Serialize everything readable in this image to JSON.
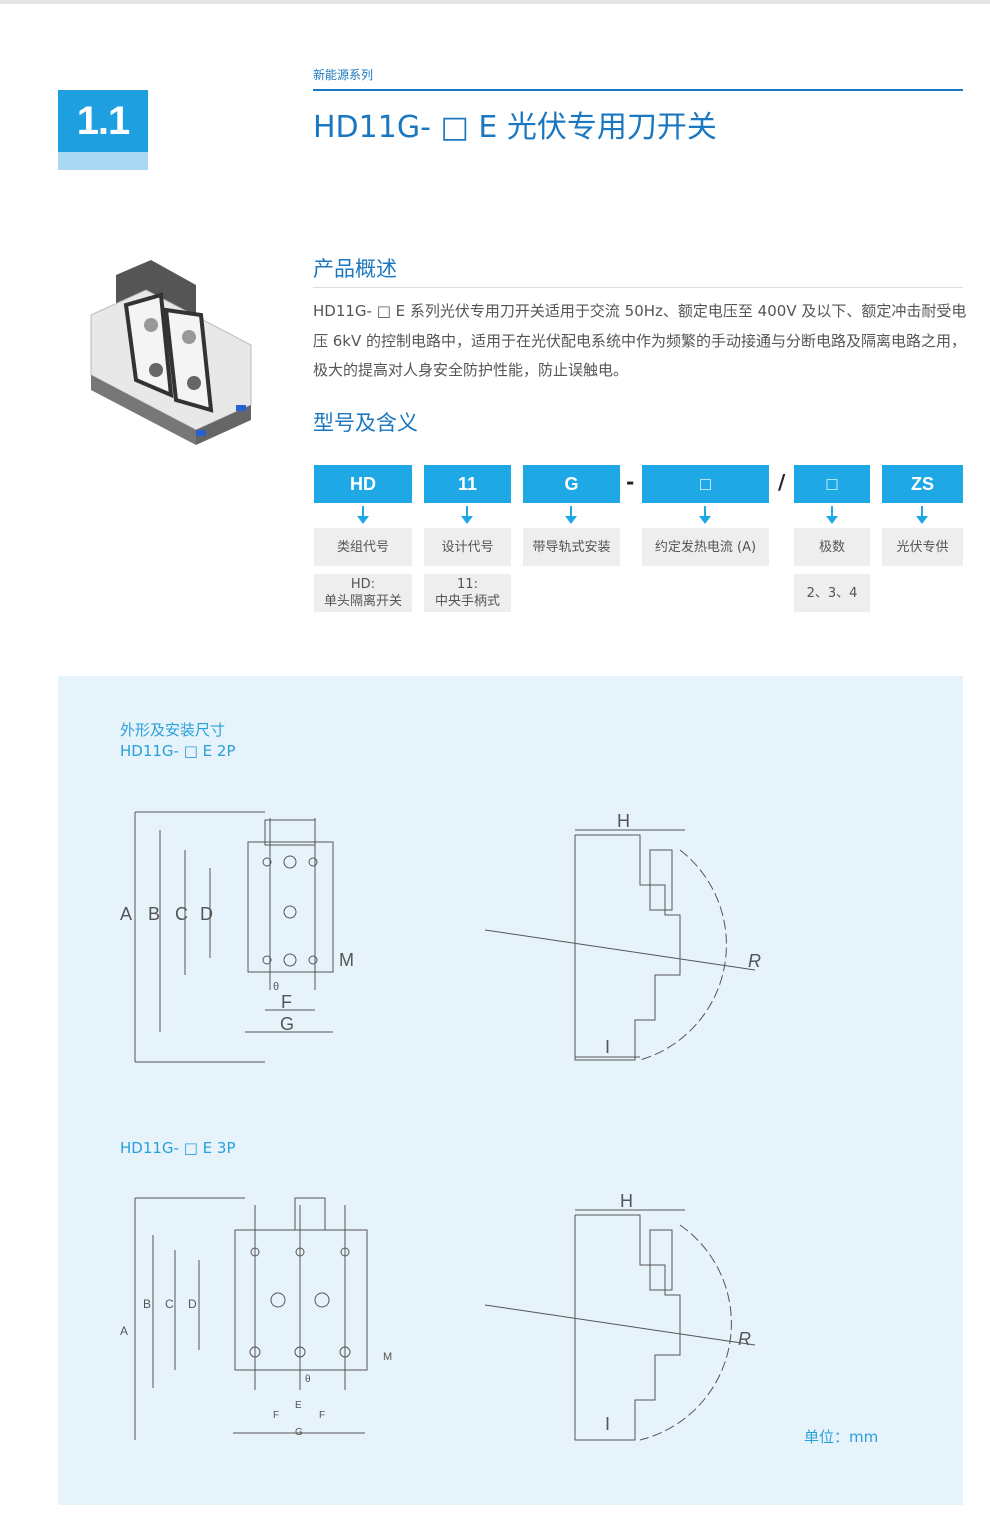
{
  "header": {
    "section_number": "1.1",
    "series": "新能源系列",
    "title": "HD11G- □ E 光伏专用刀开关"
  },
  "overview": {
    "heading": "产品概述",
    "text": "HD11G- □ E 系列光伏专用刀开关适用于交流 50Hz、额定电压至 400V 及以下、额定冲击耐受电压 6kV 的控制电路中，适用于在光伏配电系统中作为频繁的手动接通与分断电路及隔离电路之用，极大的提高对人身安全防护性能，防止误触电。"
  },
  "model": {
    "heading": "型号及含义",
    "separators": [
      "-",
      "/"
    ],
    "parts": [
      {
        "code": "HD",
        "meaning": "类组代号",
        "detail_1": "HD:",
        "detail_2": "单头隔离开关"
      },
      {
        "code": "11",
        "meaning": "设计代号",
        "detail_1": "11:",
        "detail_2": "中央手柄式"
      },
      {
        "code": "G",
        "meaning": "带导轨式安装"
      },
      {
        "code": "□",
        "meaning": "约定发热电流 (A)"
      },
      {
        "code": "□",
        "meaning": "极数",
        "detail_1": "2、3、4"
      },
      {
        "code": "ZS",
        "meaning": "光伏专供"
      }
    ]
  },
  "dimensions": {
    "heading": "外形及安装尺寸",
    "model_2p": "HD11G- □ E 2P",
    "model_3p": "HD11G- □ E 3P",
    "unit": "单位：mm",
    "labels": {
      "A": "A",
      "B": "B",
      "C": "C",
      "D": "D",
      "M": "M",
      "F": "F",
      "G": "G",
      "H": "H",
      "R": "R",
      "I": "I",
      "E": "E",
      "theta": "θ"
    }
  },
  "colors": {
    "brand": "#1b78c0",
    "accent": "#1ea8e6",
    "panel": "#e6f3fb"
  }
}
